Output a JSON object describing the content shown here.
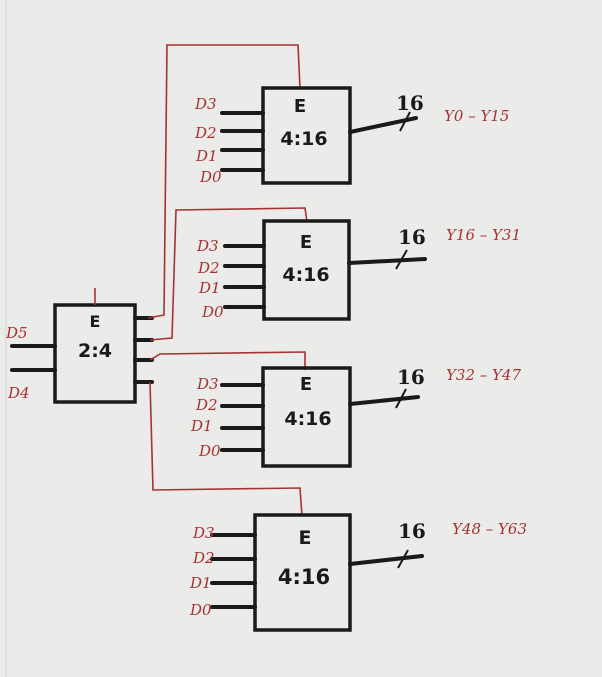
{
  "first_stage": {
    "enable_label": "E",
    "ratio_label": "2:4",
    "inputs": [
      "D5",
      "D4"
    ]
  },
  "decoders": [
    {
      "enable_label": "E",
      "ratio_label": "4:16",
      "inputs": [
        "D3",
        "D2",
        "D1",
        "D0"
      ],
      "bus_width": "16",
      "outputs": "Y0 – Y15"
    },
    {
      "enable_label": "E",
      "ratio_label": "4:16",
      "inputs": [
        "D3",
        "D2",
        "D1",
        "D0"
      ],
      "bus_width": "16",
      "outputs": "Y16 – Y31"
    },
    {
      "enable_label": "E",
      "ratio_label": "4:16",
      "inputs": [
        "D3",
        "D2",
        "D1",
        "D0"
      ],
      "bus_width": "16",
      "outputs": "Y32 – Y47"
    },
    {
      "enable_label": "E",
      "ratio_label": "4:16",
      "inputs": [
        "D3",
        "D2",
        "D1",
        "D0"
      ],
      "bus_width": "16",
      "outputs": "Y48 – Y63"
    }
  ],
  "colors": {
    "ink": "#1a1a1a",
    "pen_red": "#a8322f",
    "paper": "#ebebea"
  }
}
